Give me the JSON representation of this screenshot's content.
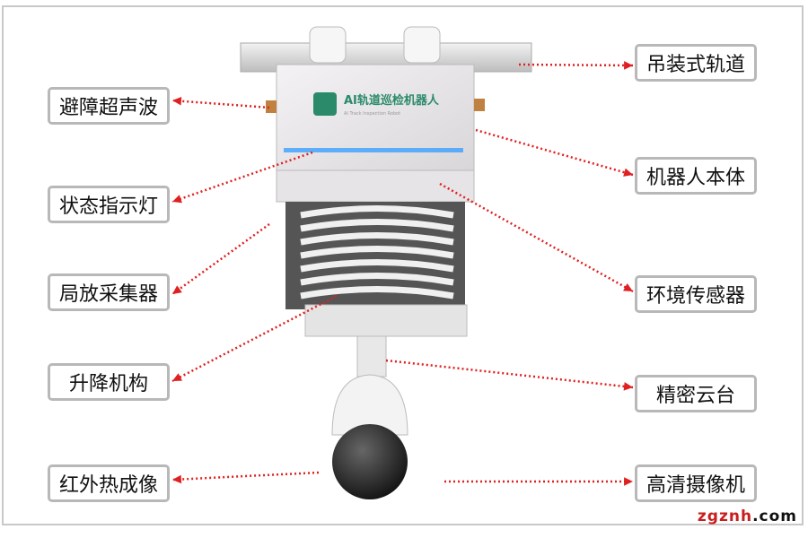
{
  "robot": {
    "logo_text": "AI轨道巡检机器人",
    "logo_subtext": "AI Track Inspection Robot"
  },
  "labels_left": [
    "避障超声波",
    "状态指示灯",
    "局放采集器",
    "升降机构",
    "红外热成像"
  ],
  "labels_right": [
    "吊装式轨道",
    "机器人本体",
    "环境传感器",
    "精密云台",
    "高清摄像机"
  ],
  "watermark": {
    "red": "zgznh",
    "black": ".com"
  },
  "colors": {
    "arrow": "#e02020",
    "logo": "#2a8a6a",
    "led": "#3aa0ff"
  }
}
